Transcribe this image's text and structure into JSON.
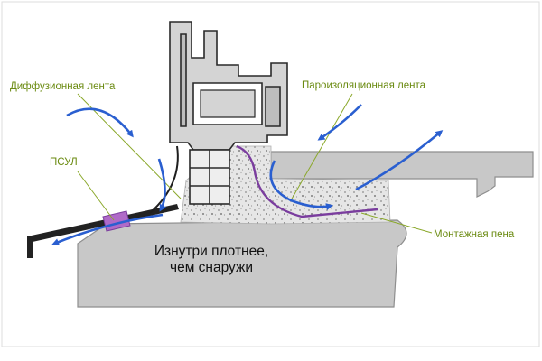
{
  "labels": {
    "diffusion_tape": "Диффузионная лента",
    "vapor_barrier_tape": "Пароизоляционная лента",
    "psul": "ПСУЛ",
    "mounting_foam": "Монтажная пена"
  },
  "caption": {
    "line1": "Изнутри плотнее,",
    "line2": "чем снаружи"
  },
  "colors": {
    "label_text": "#6a8a10",
    "leader_line": "#8aa82a",
    "arrow": "#2a5fd0",
    "wall": "#c8c8c8",
    "wall_stroke": "#8e8e8e",
    "frame": "#d4d4d4",
    "frame_stroke": "#2a2a2a",
    "foam": "#e6e6e6",
    "vapor_tape": "#7a3d9e",
    "psul": "#b06ac8",
    "sill": "#222222"
  }
}
